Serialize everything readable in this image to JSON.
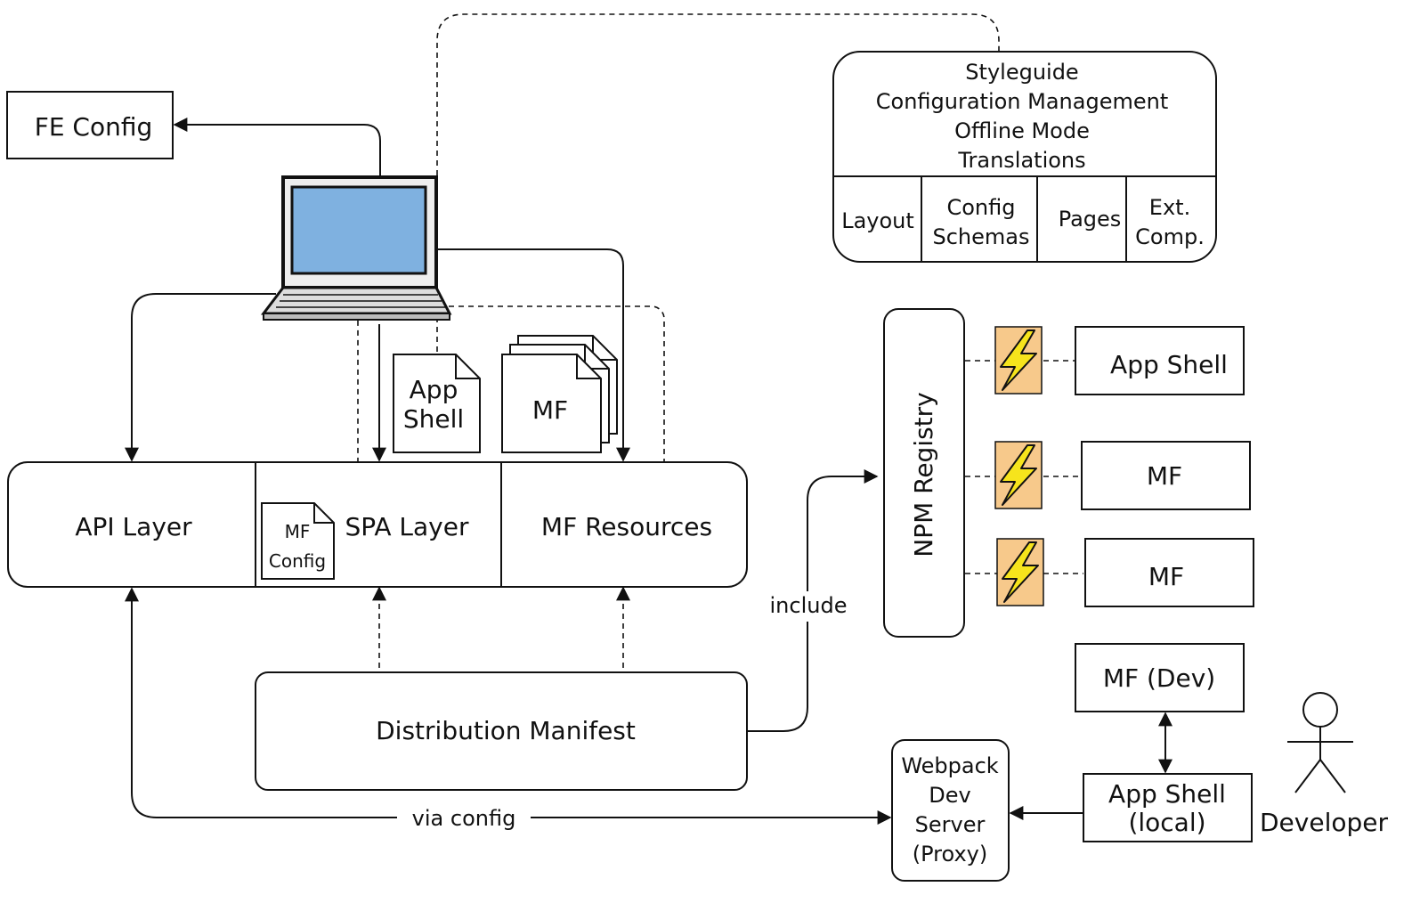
{
  "labels": {
    "fe_config": "FE Config",
    "styleguide_lines": [
      "Styleguide",
      "Configuration Management",
      "Offline Mode",
      "Translations"
    ],
    "styleguide_cells": {
      "layout": "Layout",
      "config_schemas": [
        "Config",
        "Schemas"
      ],
      "pages": "Pages",
      "ext_comp": [
        "Ext.",
        "Comp."
      ]
    },
    "app_shell_doc": [
      "App",
      "Shell"
    ],
    "mf_doc": "MF",
    "api_layer": "API Layer",
    "spa_layer": "SPA Layer",
    "mf_config_doc": [
      "MF",
      "Config"
    ],
    "mf_resources": "MF Resources",
    "distribution_manifest": "Distribution Manifest",
    "include": "include",
    "via_config": "via config",
    "npm_registry": "NPM Registry",
    "registry_app_shell": "App Shell",
    "registry_mf_1": "MF",
    "registry_mf_2": "MF",
    "mf_dev": "MF (Dev)",
    "app_shell_local": [
      "App Shell",
      "(local)"
    ],
    "webpack_dev_server": [
      "Webpack",
      "Dev",
      "Server",
      "(Proxy)"
    ],
    "developer": "Developer"
  },
  "colors": {
    "stroke": "#111111",
    "screen": "#7fb1e0",
    "lightning_fill": "#f7c98b",
    "bolt_fill": "#f6e41c"
  },
  "icons": [
    "laptop-icon",
    "lightning-icon",
    "person-icon",
    "document-icon"
  ]
}
